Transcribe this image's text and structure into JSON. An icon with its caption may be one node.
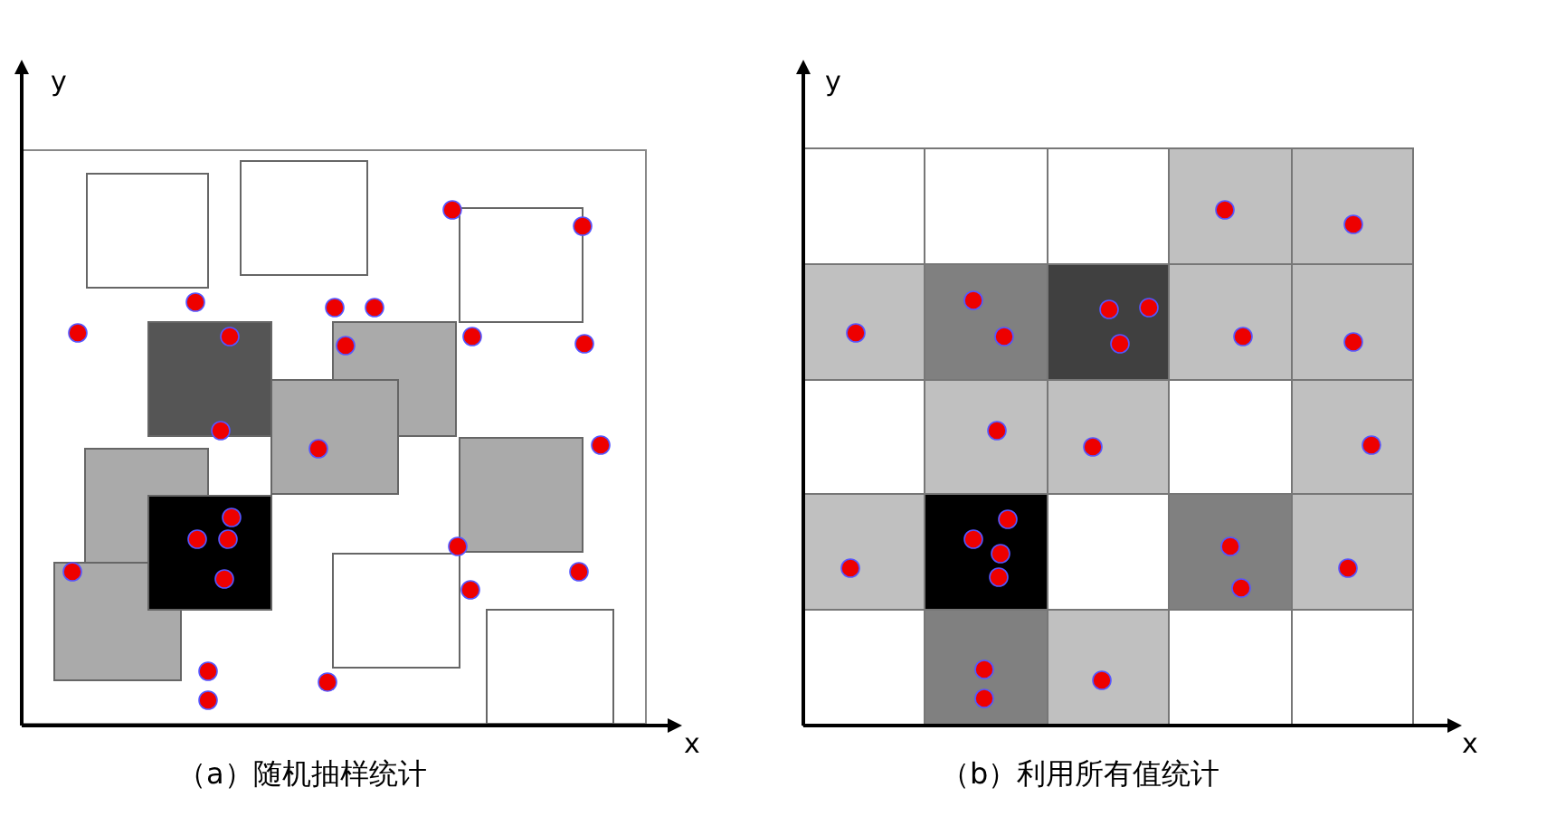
{
  "diagram": {
    "labels": [
      "y",
      "x",
      "（a）随机抽样统计",
      "y",
      "x",
      "（b）利用所有值统计"
    ]
  }
}
